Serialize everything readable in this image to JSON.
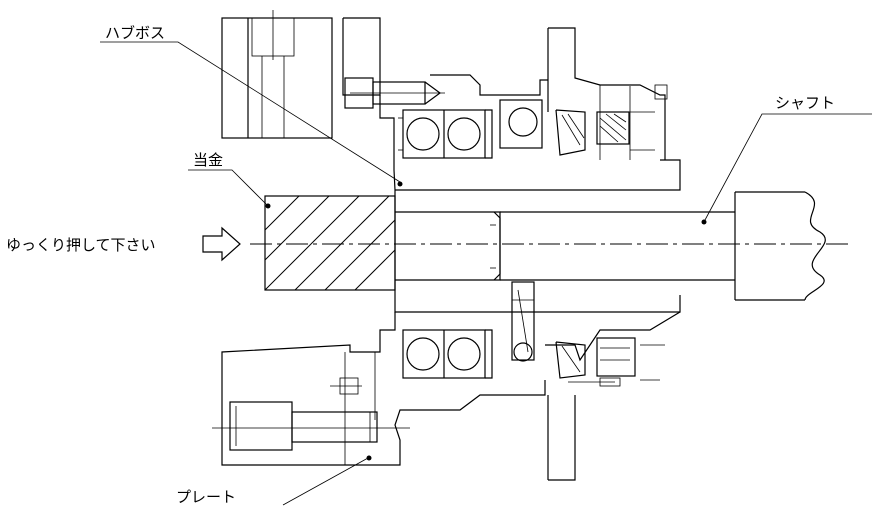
{
  "labels": {
    "hub_boss": "ハブボス",
    "shaft": "シャフト",
    "pad": "当金",
    "push_instruction": "ゆっくり押して下さい",
    "plate": "プレート"
  },
  "icons": {
    "push_arrow": "right-arrow-outline"
  }
}
